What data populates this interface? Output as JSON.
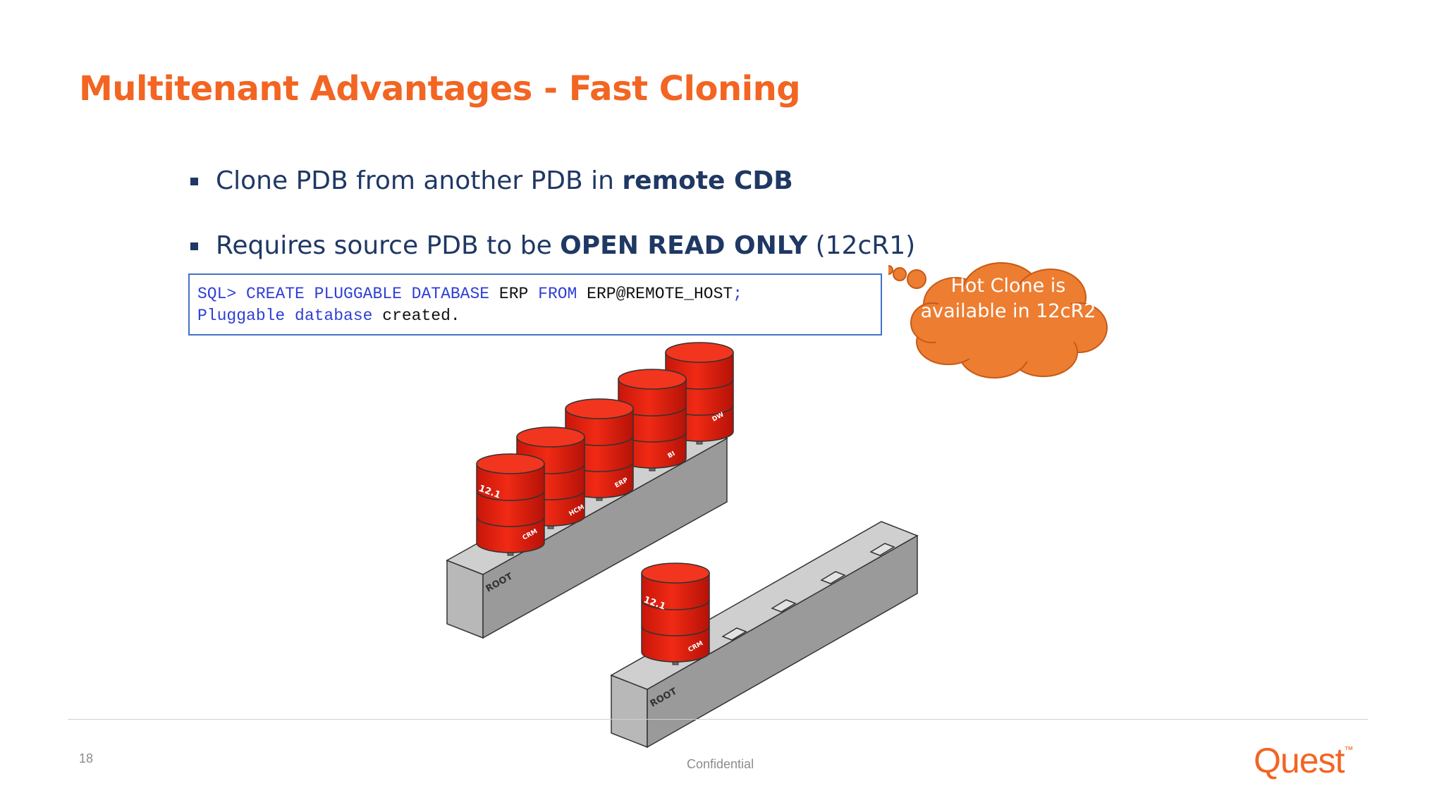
{
  "slide": {
    "title": "Multitenant Advantages - Fast Cloning",
    "bullets": [
      {
        "text": "Clone PDB from another PDB in ",
        "bold": "remote CDB",
        "suffix": ""
      },
      {
        "text": "Requires source PDB to be ",
        "bold": "OPEN READ ONLY",
        "suffix": " (12cR1)"
      }
    ],
    "code": {
      "line1": {
        "prompt": "SQL>",
        "kw1": "CREATE PLUGGABLE DATABASE",
        "name": "ERP",
        "kw2": "FROM",
        "src": "ERP@REMOTE_HOST",
        "end": ";"
      },
      "line2": {
        "kw": "Pluggable database",
        "rest": "created."
      }
    },
    "callout": {
      "text": "Hot Clone is available in 12cR2",
      "color": "#ed7d31"
    },
    "diagram": {
      "cdb_label": "ROOT",
      "version_label": "12.1",
      "source_pdbs": [
        "CRM",
        "HCM",
        "ERP",
        "BI",
        "DW"
      ],
      "target_pdbs": [
        "CRM"
      ],
      "db_color": "#e8200c"
    },
    "footer": {
      "page_number": "18",
      "confidential": "Confidential",
      "logo": "Quest",
      "logo_mark": "™"
    },
    "colors": {
      "title": "#f26522",
      "body": "#1f3864",
      "code_border": "#4472c4"
    }
  }
}
